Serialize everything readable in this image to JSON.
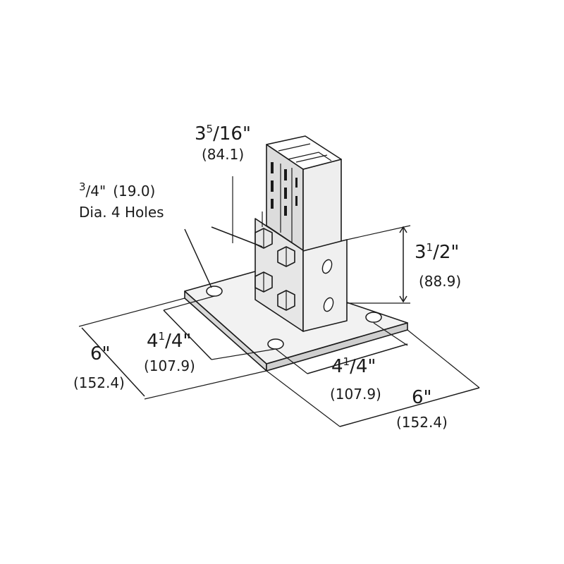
{
  "colors": {
    "plate_top": "#f2f2f2",
    "plate_side": "#d8d8d8",
    "channel_face": "#ededed",
    "channel_dark": "#c4c4c4",
    "bolt": "#e8e8e8",
    "ink": "#1a1a1a"
  },
  "labels": {
    "channel_width": {
      "whole": "3",
      "num": "5",
      "frac": "/16\"",
      "metric": "(84.1)"
    },
    "holes": {
      "num": "3",
      "frac": "/4\"",
      "metric": "(19.0)",
      "line2": "Dia. 4 Holes"
    },
    "height": {
      "whole": "3",
      "num": "1",
      "frac": "/2\"",
      "metric": "(88.9)"
    },
    "plate_depth": {
      "value": "6\"",
      "metric": "(152.4)"
    },
    "hole_spacing_depth": {
      "whole": "4",
      "num": "1",
      "frac": "/4\"",
      "metric": "(107.9)"
    },
    "hole_spacing_width": {
      "whole": "4",
      "num": "1",
      "frac": "/4\"",
      "metric": "(107.9)"
    },
    "plate_width": {
      "value": "6\"",
      "metric": "(152.4)"
    }
  }
}
